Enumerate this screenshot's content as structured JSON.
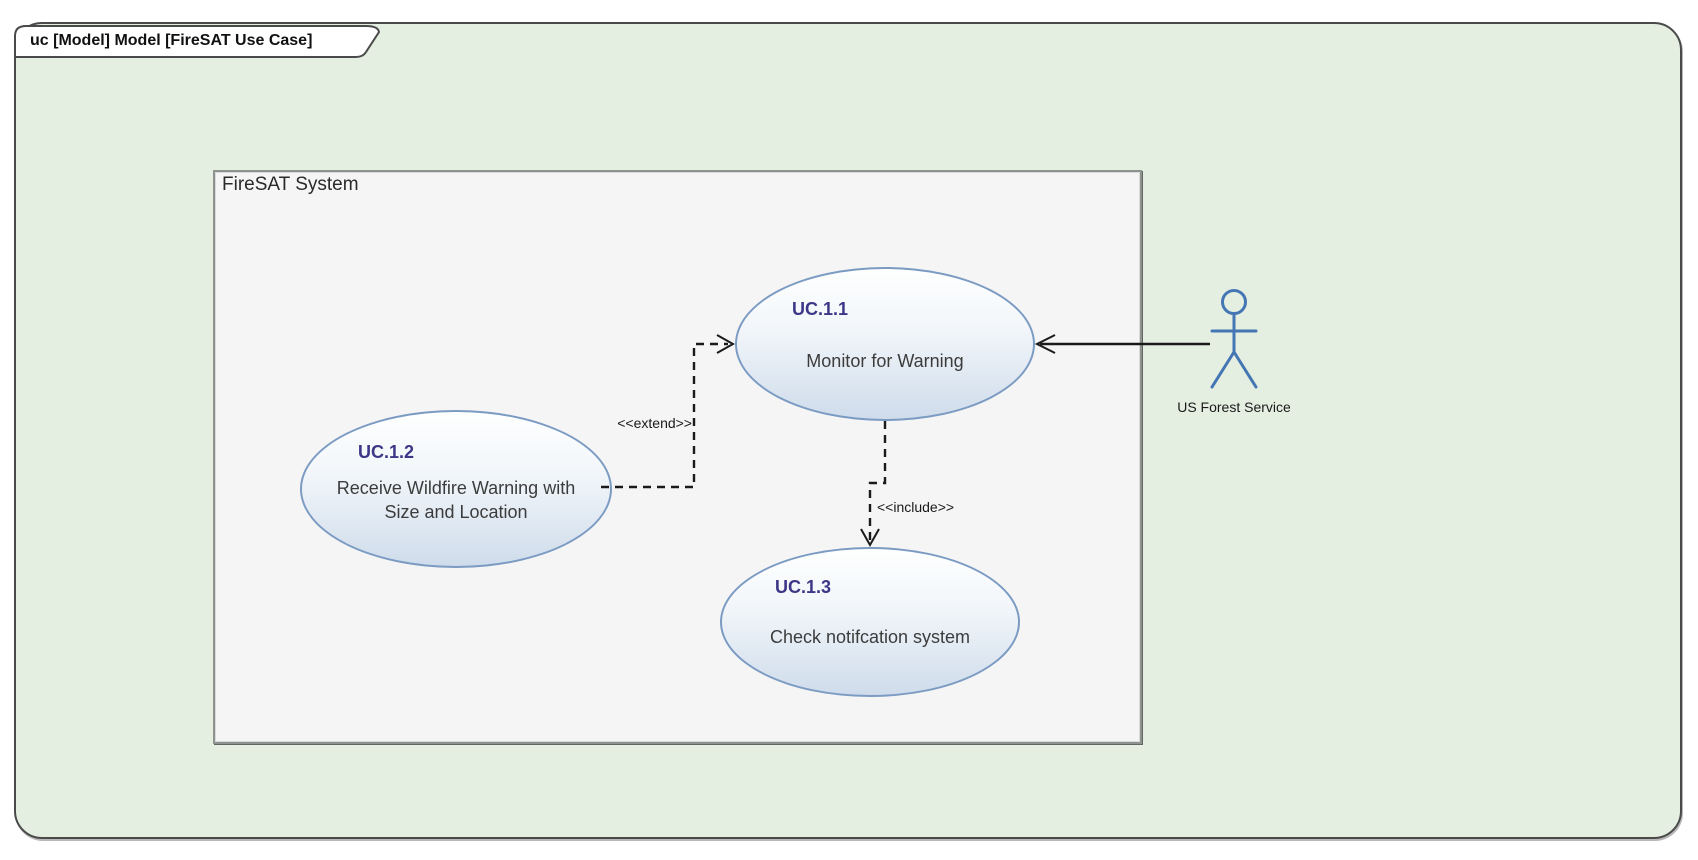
{
  "diagram": {
    "frame_title": "uc [Model] Model [FireSAT Use Case]",
    "system_label": "FireSAT System"
  },
  "use_cases": [
    {
      "id": "UC.1.1",
      "name": "Monitor for Warning"
    },
    {
      "id": "UC.1.2",
      "name": "Receive Wildfire Warning with Size and Location"
    },
    {
      "id": "UC.1.3",
      "name": "Check notifcation system"
    }
  ],
  "actors": [
    {
      "name": "US Forest Service"
    }
  ],
  "relationships": [
    {
      "type": "extend",
      "label": "<<extend>>",
      "from": "UC.1.2",
      "to": "UC.1.1",
      "line": "dashed-open-arrow"
    },
    {
      "type": "include",
      "label": "<<include>>",
      "from": "UC.1.1",
      "to": "UC.1.3",
      "line": "dashed-open-arrow"
    },
    {
      "type": "association",
      "label": "",
      "from": "US Forest Service",
      "to": "UC.1.1",
      "line": "solid-open-arrow"
    }
  ],
  "colors": {
    "canvas_background": "#ffffff",
    "frame_fill": "#e4efe2",
    "frame_border": "#4a4a4a",
    "system_fill": "#f5f5f5",
    "system_border": "#8f938f",
    "ellipse_border": "#7b9bc3",
    "ellipse_gradient_top": "#feffff",
    "ellipse_gradient_bottom": "#cfdceb",
    "use_case_id_color": "#3d3787",
    "use_case_name_color": "#3c3c3c",
    "actor_color": "#4576b4",
    "connector_color": "#1a1a1a"
  }
}
